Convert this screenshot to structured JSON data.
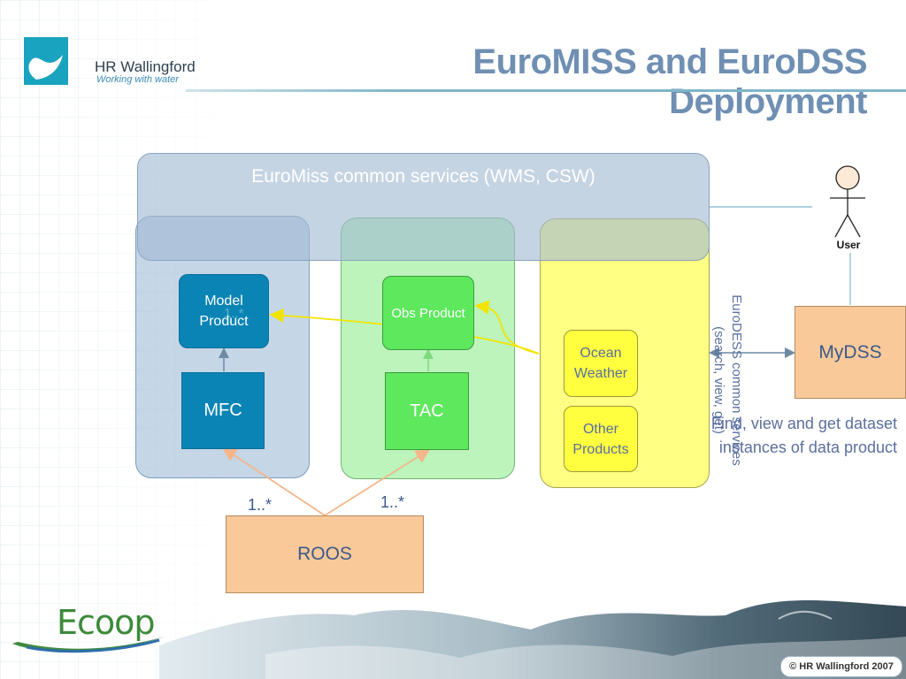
{
  "slide": {
    "title": "EuroMISS and EuroDSS Deployment",
    "copyright": "© HR Wallingford 2007"
  },
  "logos": {
    "hr_name": "HR Wallingford",
    "hr_tagline": "Working with water",
    "ecoop": "Ecoop"
  },
  "diagram": {
    "common_services": "EuroMiss common services (WMS, CSW)",
    "model_product": "Model Product",
    "model_product_mult": "1..*",
    "mfc": "MFC",
    "obs_product": "Obs Product",
    "tac": "TAC",
    "ocean_weather": "Ocean Weather",
    "other_products": "Other Products",
    "eurodss_services": "EuroDESS common services (search, view, get)",
    "roos": "ROOS",
    "mult_left": "1..*",
    "mult_right": "1..*",
    "user": "User",
    "mydss": "MyDSS",
    "find_text": "Find, view and get dataset instances of data product"
  },
  "colors": {
    "title": "#6f8fb3",
    "blue_box": "#0a84b5",
    "green_box": "#5ee85e",
    "yellow_box": "#ffff40",
    "peach_box": "#fac99a",
    "connector_yellow": "#f2e400",
    "connector_peach": "#f5b68a"
  }
}
